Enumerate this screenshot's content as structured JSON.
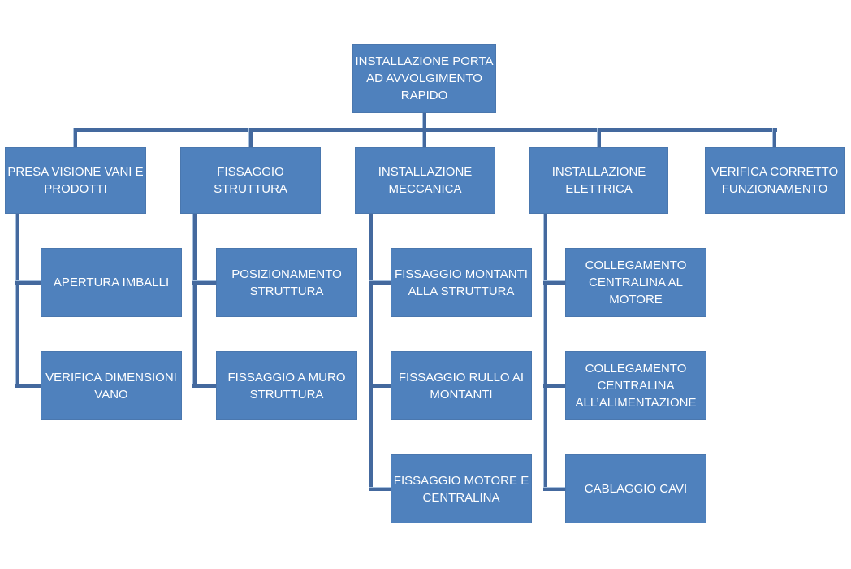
{
  "diagram": {
    "root": {
      "label": "INSTALLAZIONE PORTA AD AVVOLGIMENTO RAPIDO"
    },
    "branches": [
      {
        "label": "PRESA VISIONE VANI E PRODOTTI",
        "children": [
          "APERTURA IMBALLI",
          "VERIFICA DIMENSIONI VANO"
        ]
      },
      {
        "label": "FISSAGGIO STRUTTURA",
        "children": [
          "POSIZIONAMENTO STRUTTURA",
          "FISSAGGIO A MURO STRUTTURA"
        ]
      },
      {
        "label": "INSTALLAZIONE MECCANICA",
        "children": [
          "FISSAGGIO MONTANTI ALLA STRUTTURA",
          "FISSAGGIO RULLO AI MONTANTI",
          "FISSAGGIO MOTORE E CENTRALINA"
        ]
      },
      {
        "label": "INSTALLAZIONE ELETTRICA",
        "children": [
          "COLLEGAMENTO CENTRALINA AL MOTORE",
          "COLLEGAMENTO CENTRALINA ALL’ALIMENTAZIONE",
          "CABLAGGIO CAVI"
        ]
      },
      {
        "label": "VERIFICA CORRETTO FUNZIONAMENTO",
        "children": []
      }
    ],
    "colors": {
      "node_fill": "#4f81bd",
      "node_border": "#4a77ae",
      "connector": "#44699e",
      "connector_highlight": "#a6c0de",
      "text": "#ffffff",
      "background": "#ffffff"
    }
  }
}
